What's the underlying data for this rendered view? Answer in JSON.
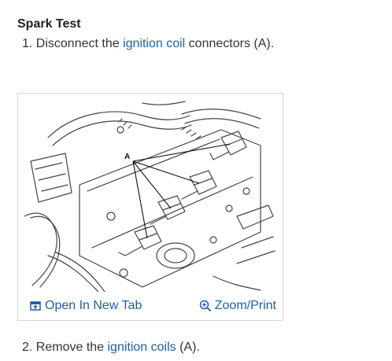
{
  "section": {
    "title": "Spark Test"
  },
  "steps": [
    {
      "prefix": "1. Disconnect the ",
      "link": "ignition coil",
      "suffix": " connectors (A)."
    },
    {
      "prefix": "2. Remove the ",
      "link": "ignition coils",
      "suffix": " (A)."
    }
  ],
  "figure": {
    "callout": "A",
    "open_tab_label": "Open In New Tab",
    "zoom_label": "Zoom/Print"
  },
  "colors": {
    "link": "#1f5fa8",
    "border": "#cfd6de"
  },
  "icons": {
    "open_tab": "open-new-tab-icon",
    "zoom": "zoom-icon"
  }
}
